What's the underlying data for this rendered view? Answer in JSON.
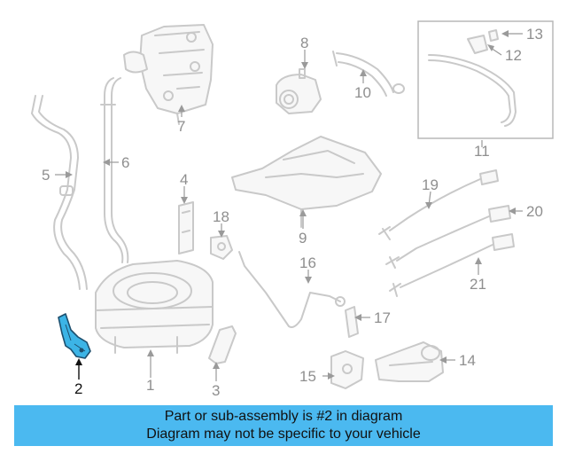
{
  "callouts": [
    "1",
    "2",
    "3",
    "4",
    "5",
    "6",
    "7",
    "8",
    "9",
    "10",
    "11",
    "12",
    "13",
    "14",
    "15",
    "16",
    "17",
    "18",
    "19",
    "20",
    "21"
  ],
  "highlighted_callout": "2",
  "highlight_color": "#3cb4e6",
  "banner": {
    "line1": "Part or sub-assembly is #2 in diagram",
    "line2": "Diagram may not be specific to your vehicle",
    "color": "#4bb9f0"
  }
}
